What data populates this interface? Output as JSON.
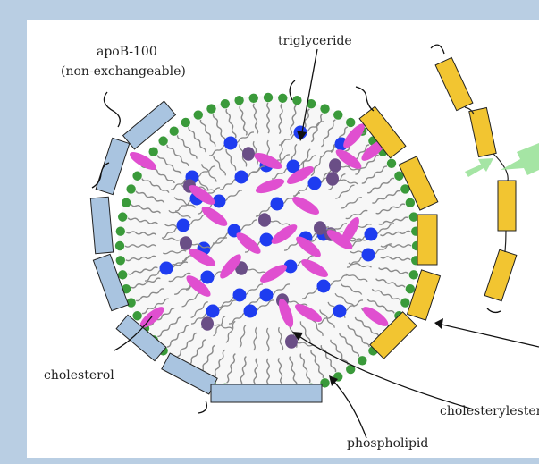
{
  "labels": {
    "apob_line1": "apoB-100",
    "apob_line2": "(non-exchangeable)",
    "triglyceride": "triglyceride",
    "cholesterol": "cholesterol",
    "cholesteryl_ester": "cholesterylester",
    "phospholipid": "phospholipid"
  },
  "colors": {
    "page_background": "#b9cee3",
    "panel": "#ffffff",
    "apob_protein": "#a9c4e0",
    "exchangeable_apo": "#f2c531",
    "phospholipid_head": "#3a9a3a",
    "lipid_tail": "#8a8a8a",
    "triglyceride": "#1e3cf0",
    "cholesterol": "#e04fd0",
    "cholesteryl_ester_head": "#6a4e86",
    "arrow": "#9be29a"
  }
}
